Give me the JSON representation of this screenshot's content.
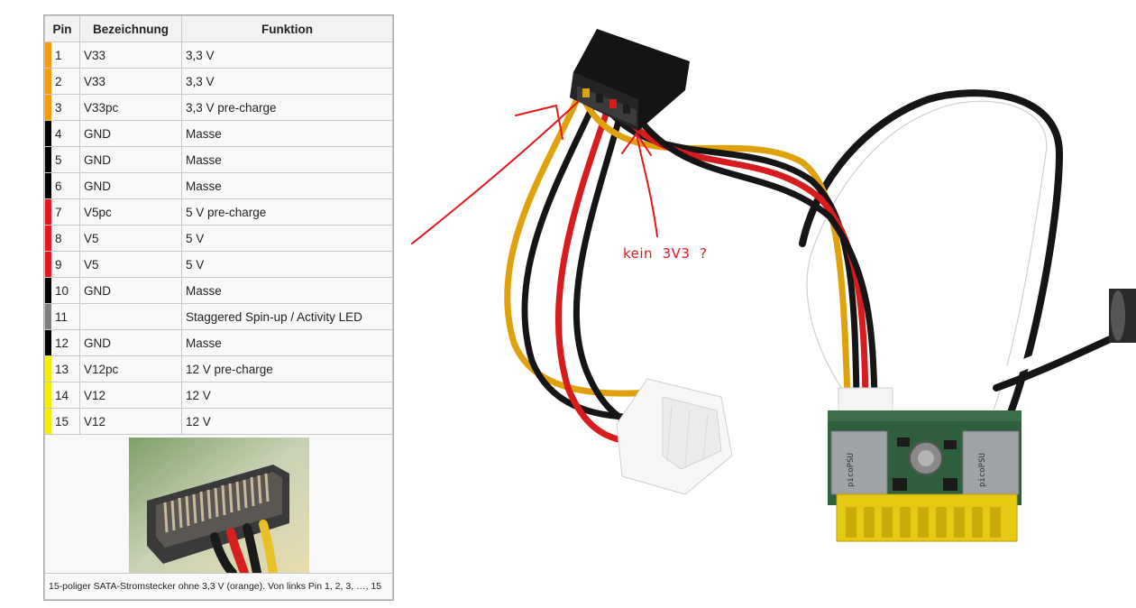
{
  "table": {
    "headers": [
      "Pin",
      "Bezeichnung",
      "Funktion"
    ],
    "rows": [
      {
        "pin": "1",
        "name": "V33",
        "func": "3,3 V",
        "color": "#f59d0c"
      },
      {
        "pin": "2",
        "name": "V33",
        "func": "3,3 V",
        "color": "#f59d0c"
      },
      {
        "pin": "3",
        "name": "V33pc",
        "func": "3,3 V pre-charge",
        "color": "#f59d0c"
      },
      {
        "pin": "4",
        "name": "GND",
        "func": "Masse",
        "color": "#000000"
      },
      {
        "pin": "5",
        "name": "GND",
        "func": "Masse",
        "color": "#000000"
      },
      {
        "pin": "6",
        "name": "GND",
        "func": "Masse",
        "color": "#000000"
      },
      {
        "pin": "7",
        "name": "V5pc",
        "func": "5 V pre-charge",
        "color": "#e8171b"
      },
      {
        "pin": "8",
        "name": "V5",
        "func": "5 V",
        "color": "#e8171b"
      },
      {
        "pin": "9",
        "name": "V5",
        "func": "5 V",
        "color": "#e8171b"
      },
      {
        "pin": "10",
        "name": "GND",
        "func": "Masse",
        "color": "#000000"
      },
      {
        "pin": "11",
        "name": "",
        "func": "Staggered Spin-up / Activity LED",
        "color": "#7f7f7f"
      },
      {
        "pin": "12",
        "name": "GND",
        "func": "Masse",
        "color": "#000000"
      },
      {
        "pin": "13",
        "name": "V12pc",
        "func": "12 V pre-charge",
        "color": "#f3ee0a"
      },
      {
        "pin": "14",
        "name": "V12",
        "func": "12 V",
        "color": "#f3ee0a"
      },
      {
        "pin": "15",
        "name": "V12",
        "func": "12 V",
        "color": "#f3ee0a"
      }
    ],
    "caption": "15-poliger SATA-Stromstecker ohne 3,3 V (orange). Von links Pin 1, 2, 3, …, 15"
  },
  "annotation": {
    "note": "kein  3V3  ?",
    "color": "#e3171d"
  }
}
